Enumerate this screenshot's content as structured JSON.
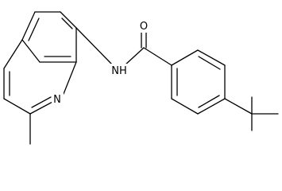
{
  "molecule": {
    "atoms": {
      "oxygen": "O",
      "amide_nitrogen": "NH",
      "ring_nitrogen": "N"
    },
    "line_color": "#000000",
    "background": "#ffffff"
  }
}
